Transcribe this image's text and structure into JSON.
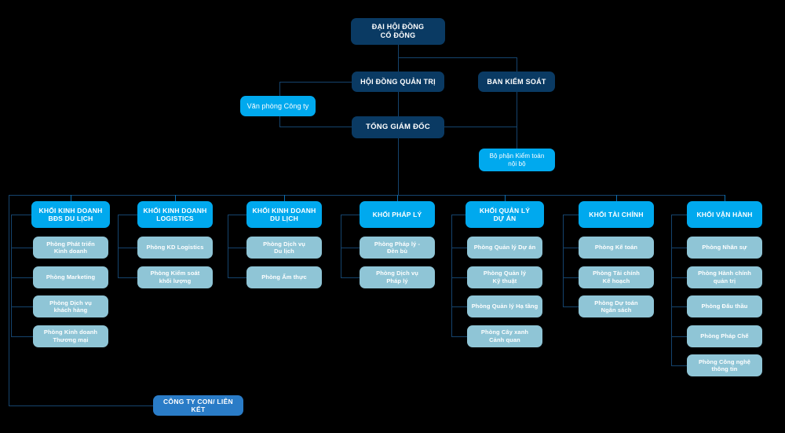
{
  "chart": {
    "title": "Sơ đồ tổ chức",
    "type": "org-chart",
    "colors": {
      "background": "#000000",
      "navy": "#0a3a63",
      "cyan": "#00a9ee",
      "steel": "#8fc5d6",
      "midblue": "#2a7cc7",
      "connector": "#15446e"
    }
  },
  "top": {
    "shareholders": "ĐẠI HỘI ĐỒNG\nCỔ ĐÔNG",
    "board": "HỘI ĐỒNG QUẢN TRỊ",
    "supervisory": "BAN KIỂM SOÁT",
    "office": "Văn phòng Công ty",
    "ceo": "TỔNG GIÁM ĐỐC",
    "internal_audit": "Bộ phận Kiểm toán\nnội bộ"
  },
  "bottom": {
    "subsidiaries": "CÔNG TY CON/ LIÊN KẾT"
  },
  "divisions": [
    {
      "header": "KHỐI KINH DOANH\nBĐS DU LỊCH",
      "children": [
        "Phòng Phát triển\nKinh doanh",
        "Phòng Marketing",
        "Phòng Dịch vụ\nkhách hàng",
        "Phòng Kinh doanh\nThương mại"
      ]
    },
    {
      "header": "KHỐI KINH DOANH\nLOGISTICS",
      "children": [
        "Phòng KD Logistics",
        "Phòng Kiểm soát\nkhối lượng"
      ]
    },
    {
      "header": "KHỐI KINH DOANH\nDU LỊCH",
      "children": [
        "Phòng Dịch vụ\nDu lịch",
        "Phòng Ẩm thực"
      ]
    },
    {
      "header": "KHỐI PHÁP LÝ",
      "children": [
        "Phòng Pháp lý -\nĐền bù",
        "Phòng Dịch vụ\nPháp lý"
      ]
    },
    {
      "header": "KHỐI QUẢN LÝ\nDỰ ÁN",
      "children": [
        "Phòng Quản lý Dự án",
        "Phòng Quản lý\nKỹ thuật",
        "Phòng Quản lý Hạ tầng",
        "Phòng Cây xanh\nCảnh quan"
      ]
    },
    {
      "header": "KHỐI TÀI CHÍNH",
      "children": [
        "Phòng Kế toán",
        "Phòng Tài chính\nKế hoạch",
        "Phòng Dự toán\nNgân sách"
      ]
    },
    {
      "header": "KHỐI VẬN HÀNH",
      "children": [
        "Phòng Nhân sự",
        "Phòng Hành chính\nquản trị",
        "Phòng Đấu thầu",
        "Phòng Pháp Chế",
        "Phòng Công nghệ\nthông tin"
      ]
    }
  ]
}
